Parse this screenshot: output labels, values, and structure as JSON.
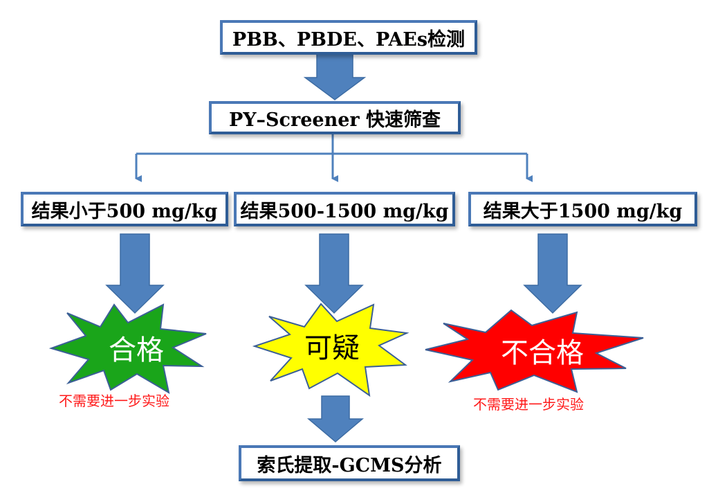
{
  "top_box": "PBB、PBDE、PAEs检测",
  "screen_box": "PY–Screener 快速筛查",
  "results": [
    {
      "label": "结果小于500 mg/kg",
      "verdict": "合格",
      "verdict_fill": "#1aa51a",
      "verdict_text": "#ffffff",
      "note": "不需要进一步实验"
    },
    {
      "label": "结果500-1500 mg/kg",
      "verdict": "可疑",
      "verdict_fill": "#ffff00",
      "verdict_text": "#000000"
    },
    {
      "label": "结果大于1500 mg/kg",
      "verdict": "不合格",
      "verdict_fill": "#ff0000",
      "verdict_text": "#ffffff",
      "note": "不需要进一步实验"
    }
  ],
  "final_box": "索氏提取-GCMS分析",
  "colors": {
    "box_border": "#4a78b6",
    "arrow_fill": "#4f81bd",
    "connector": "#4f81bd",
    "note_text": "#ff1a1a",
    "burst_outline": "#3b5f96"
  }
}
